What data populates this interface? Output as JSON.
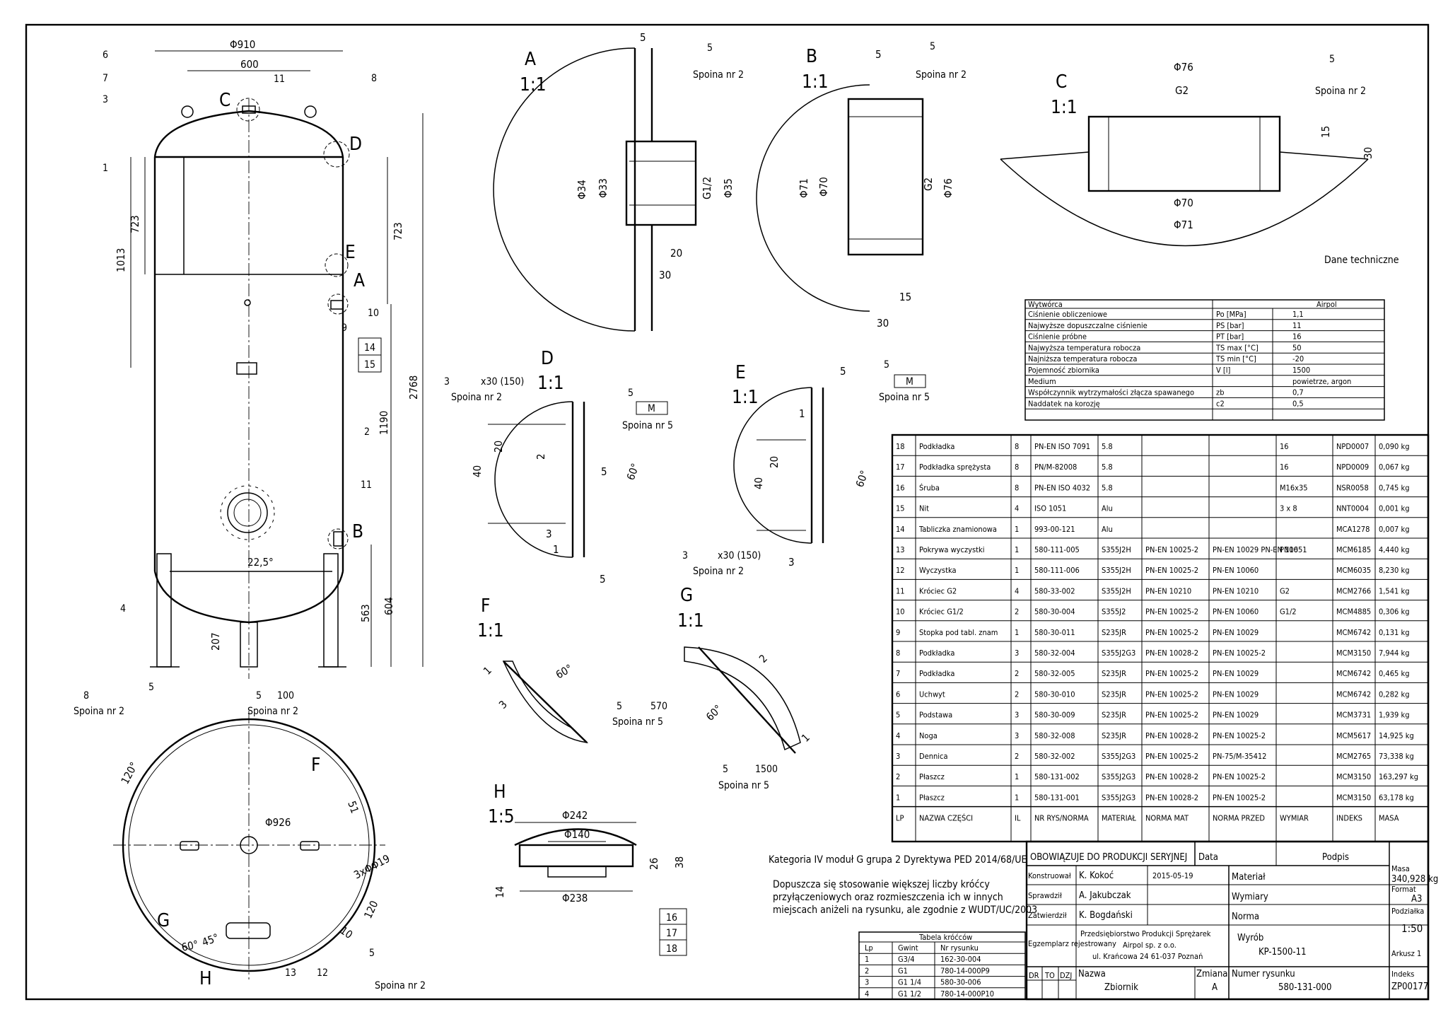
{
  "front_view": {
    "dims": {
      "d910": "Φ910",
      "w600": "600",
      "h723a": "723",
      "h1013": "1013",
      "h723b": "723",
      "h2768": "2768",
      "h1190": "1190",
      "h604": "604",
      "h563": "563",
      "h207": "207",
      "ang225": "22,5°"
    },
    "balloons": {
      "b6": "6",
      "b7": "7",
      "b3": "3",
      "b8": "8",
      "b11a": "11",
      "b1": "1",
      "b2": "2",
      "b11b": "11",
      "b4": "4",
      "b5": "5",
      "b10": "10",
      "b9": "9",
      "b14": "14",
      "b15": "15"
    },
    "detail_marks": {
      "C": "C",
      "D": "D",
      "E": "E",
      "A": "A",
      "B": "B"
    },
    "welds": {
      "w_left_size": "8",
      "w_left_label": "Spoina nr 2",
      "w_mid_size": "5",
      "w_mid_len": "100",
      "w_mid_label": "Spoina nr 2"
    }
  },
  "plan_view": {
    "dims": {
      "d926": "Φ926",
      "a120": "120°",
      "d51": "51",
      "holes": "3xΦΦ19",
      "d10": "10",
      "d120b": "120",
      "a45": "45°",
      "a60": "60°"
    },
    "marks": {
      "F": "F",
      "G": "G",
      "H": "H"
    },
    "balloons": {
      "b13": "13",
      "b12": "12"
    },
    "weld": {
      "size": "5",
      "label": "Spoina nr 2"
    }
  },
  "detail_A": {
    "title": "A",
    "scale": "1:1",
    "dims": {
      "t5": "5",
      "d34": "Φ34",
      "d33": "Φ33",
      "g12": "G1/2",
      "d35": "Φ35",
      "l20": "20",
      "l30": "30"
    },
    "weld": {
      "size": "5",
      "label": "Spoina nr 2"
    }
  },
  "detail_B": {
    "title": "B",
    "scale": "1:1",
    "dims": {
      "t5": "5",
      "d71": "Φ71",
      "d70": "Φ70",
      "g2": "G2",
      "d76": "Φ76",
      "l15": "15",
      "l30": "30"
    },
    "weld": {
      "size": "5",
      "label": "Spoina nr 2"
    }
  },
  "detail_C": {
    "title": "C",
    "scale": "1:1",
    "dims": {
      "d76": "Φ76",
      "g2": "G2",
      "d70": "Φ70",
      "d71": "Φ71",
      "h15": "15",
      "h30": "30"
    },
    "weld": {
      "size": "5",
      "label": "Spoina nr 2"
    }
  },
  "detail_D": {
    "title": "D",
    "scale": "1:1",
    "dims": {
      "h40": "40",
      "h20": "20",
      "t2": "2",
      "s5": "5",
      "t3": "3",
      "t1": "1",
      "b5": "5",
      "a60": "60°"
    },
    "weld_a": {
      "size": "3",
      "spec": "x30 (150)",
      "label": "Spoina nr 2"
    },
    "weld_b": {
      "size": "5",
      "symbol": "M",
      "label": "Spoina nr 5"
    }
  },
  "detail_E": {
    "title": "E",
    "scale": "1:1",
    "dims": {
      "t5": "5",
      "t1": "1",
      "h20": "20",
      "h40": "40",
      "t3": "3",
      "a60": "60°"
    },
    "weld_a": {
      "size": "3",
      "spec": "x30 (150)",
      "label": "Spoina nr 2"
    },
    "weld_b": {
      "size": "5",
      "symbol": "M",
      "label": "Spoina nr 5"
    }
  },
  "detail_F": {
    "title": "F",
    "scale": "1:1",
    "dims": {
      "t1": "1",
      "a60": "60°",
      "t3": "3"
    },
    "weld": {
      "size": "5",
      "len": "570",
      "label": "Spoina nr 5"
    }
  },
  "detail_G": {
    "title": "G",
    "scale": "1:1",
    "dims": {
      "t2": "2",
      "a60": "60°",
      "t1": "1"
    },
    "weld": {
      "size": "5",
      "len": "1500",
      "label": "Spoina nr 5"
    }
  },
  "detail_H": {
    "title": "H",
    "scale": "1:5",
    "dims": {
      "d242": "Φ242",
      "d140": "Φ140",
      "d238": "Φ238",
      "h26": "26",
      "h38": "38",
      "h14": "14"
    },
    "balloons": {
      "b16": "16",
      "b17": "17",
      "b18": "18"
    }
  },
  "technical_data": {
    "caption": "Dane techniczne",
    "header": {
      "left": "Wytwórca",
      "right": "Airpol"
    },
    "rows": [
      {
        "name": "Ciśnienie obliczeniowe",
        "symbol": "Po [MPa]",
        "value": "1,1"
      },
      {
        "name": "Najwyższe dopuszczalne ciśnienie",
        "symbol": "PS [bar]",
        "value": "11"
      },
      {
        "name": "Ciśnienie próbne",
        "symbol": "PT [bar]",
        "value": "16"
      },
      {
        "name": "Najwyższa temperatura robocza",
        "symbol": "TS max [°C]",
        "value": "50"
      },
      {
        "name": "Najniższa temperatura robocza",
        "symbol": "TS min [°C]",
        "value": "-20"
      },
      {
        "name": "Pojemność zbiornika",
        "symbol": "V [l]",
        "value": "1500"
      },
      {
        "name": "Medium",
        "symbol": "",
        "value": "powietrze, argon"
      },
      {
        "name": "Współczynnik wytrzymałości złącza spawanego",
        "symbol": "zb",
        "value": "0,7"
      },
      {
        "name": "Naddatek na korozję",
        "symbol": "c2",
        "value": "0,5"
      }
    ]
  },
  "parts_list": {
    "header": [
      "LP",
      "NAZWA CZĘŚCI",
      "IL",
      "NR RYS/NORMA",
      "MATERIAŁ",
      "NORMA MAT",
      "NORMA PRZED",
      "WYMIAR",
      "INDEKS",
      "MASA"
    ],
    "rows": [
      [
        "18",
        "Podkładka",
        "8",
        "PN-EN ISO 7091",
        "5.8",
        "",
        "",
        "16",
        "NPD0007",
        "0,090 kg"
      ],
      [
        "17",
        "Podkładka sprężysta",
        "8",
        "PN/M-82008",
        "5.8",
        "",
        "",
        "16",
        "NPD0009",
        "0,067 kg"
      ],
      [
        "16",
        "Śruba",
        "8",
        "PN-EN ISO 4032",
        "5.8",
        "",
        "",
        "M16x35",
        "NSR0058",
        "0,745 kg"
      ],
      [
        "15",
        "Nit",
        "4",
        "ISO 1051",
        "Alu",
        "",
        "",
        "3 x 8",
        "NNT0004",
        "0,001 kg"
      ],
      [
        "14",
        "Tabliczka znamionowa",
        "1",
        "993-00-121",
        "Alu",
        "",
        "",
        "",
        "MCA1278",
        "0,007 kg"
      ],
      [
        "13",
        "Pokrywa wyczystki",
        "1",
        "580-111-005",
        "S355J2H",
        "PN-EN 10025-2",
        "PN-EN 10029 PN-EN 10051",
        "PN16",
        "MCM6185",
        "4,440 kg"
      ],
      [
        "12",
        "Wyczystka",
        "1",
        "580-111-006",
        "S355J2H",
        "PN-EN 10025-2",
        "PN-EN 10060",
        "",
        "MCM6035",
        "8,230 kg"
      ],
      [
        "11",
        "Króciec G2",
        "4",
        "580-33-002",
        "S355J2H",
        "PN-EN 10210",
        "PN-EN 10210",
        "G2",
        "MCM2766",
        "1,541 kg"
      ],
      [
        "10",
        "Króciec G1/2",
        "2",
        "580-30-004",
        "S355J2",
        "PN-EN 10025-2",
        "PN-EN 10060",
        "G1/2",
        "MCM4885",
        "0,306 kg"
      ],
      [
        "9",
        "Stopka pod tabl. znam",
        "1",
        "580-30-011",
        "S235JR",
        "PN-EN 10025-2",
        "PN-EN 10029",
        "",
        "MCM6742",
        "0,131 kg"
      ],
      [
        "8",
        "Podkładka",
        "3",
        "580-32-004",
        "S355J2G3",
        "PN-EN 10028-2",
        "PN-EN 10025-2",
        "",
        "MCM3150",
        "7,944 kg"
      ],
      [
        "7",
        "Podkładka",
        "2",
        "580-32-005",
        "S235JR",
        "PN-EN 10025-2",
        "PN-EN 10029",
        "",
        "MCM6742",
        "0,465 kg"
      ],
      [
        "6",
        "Uchwyt",
        "2",
        "580-30-010",
        "S235JR",
        "PN-EN 10025-2",
        "PN-EN 10029",
        "",
        "MCM6742",
        "0,282 kg"
      ],
      [
        "5",
        "Podstawa",
        "3",
        "580-30-009",
        "S235JR",
        "PN-EN 10025-2",
        "PN-EN 10029",
        "",
        "MCM3731",
        "1,939 kg"
      ],
      [
        "4",
        "Noga",
        "3",
        "580-32-008",
        "S235JR",
        "PN-EN 10028-2",
        "PN-EN 10025-2",
        "",
        "MCM5617",
        "14,925 kg"
      ],
      [
        "3",
        "Dennica",
        "2",
        "580-32-002",
        "S355J2G3",
        "PN-EN 10025-2",
        "PN-75/M-35412",
        "",
        "MCM2765",
        "73,338 kg"
      ],
      [
        "2",
        "Płaszcz",
        "1",
        "580-131-002",
        "S355J2G3",
        "PN-EN 10028-2",
        "PN-EN 10025-2",
        "",
        "MCM3150",
        "163,297 kg"
      ],
      [
        "1",
        "Płaszcz",
        "1",
        "580-131-001",
        "S355J2G3",
        "PN-EN 10028-2",
        "PN-EN 10025-2",
        "",
        "MCM3150",
        "63,178 kg"
      ]
    ]
  },
  "notes": {
    "category": "Kategoria IV moduł G grupa 2 Dyrektywa PED 2014/68/UE",
    "line1": "Dopuszcza się stosowanie większej liczby króćcy",
    "line2": "przyłączeniowych oraz rozmieszczenia ich w innych",
    "line3": "miejscach aniżeli na rysunku, ale zgodnie z WUDT/UC/2003"
  },
  "nozzle_table": {
    "title": "Tabela króćców",
    "header": [
      "Lp",
      "Gwint",
      "Nr rysunku"
    ],
    "rows": [
      [
        "1",
        "G3/4",
        "162-30-004"
      ],
      [
        "2",
        "G1",
        "780-14-000P9"
      ],
      [
        "3",
        "G1 1/4",
        "580-30-006"
      ],
      [
        "4",
        "G1 1/2",
        "780-14-000P10"
      ]
    ]
  },
  "title_block": {
    "production": "OBOWIĄZUJE DO PRODUKCJI SERYJNEJ",
    "data_label": "Data",
    "podpis_label": "Podpis",
    "konstruowal": "Konstruował",
    "konstruowal_name": "K. Kokoć",
    "konstruowal_date": "2015-05-19",
    "sprawdzil": "Sprawdził",
    "sprawdzil_name": "A. Jakubczak",
    "zatwierdzil": "Zatwierdził",
    "zatwierdzil_name": "K. Bogdański",
    "material_label": "Materiał",
    "wymiary_label": "Wymiary",
    "norma_label": "Norma",
    "masa_label": "Masa",
    "masa_value": "340,928 kg",
    "format_label": "Format",
    "format_value": "A3",
    "podzialka_label": "Podziałka",
    "podzialka_value": "1:50",
    "egzemplarz": "Egzemplarz rejestrowany",
    "company1": "Przedsiębiorstwo Produkcji Sprężarek",
    "company2": "Airpol sp. z o.o.",
    "company3": "ul. Krańcowa 24 61-037 Poznań",
    "wyrob_label": "Wyrób",
    "wyrob_value": "KP-1500-11",
    "arkusz": "Arkusz 1",
    "dr": "DR",
    "to": "TO",
    "dzj": "DZJ",
    "nazwa_label": "Nazwa",
    "nazwa_value": "Zbiornik",
    "zmiana_label": "Zmiana",
    "zmiana_value": "A",
    "numer_label": "Numer rysunku",
    "numer_value": "580-131-000",
    "indeks_label": "Indeks",
    "indeks_value": "ZP00177"
  }
}
